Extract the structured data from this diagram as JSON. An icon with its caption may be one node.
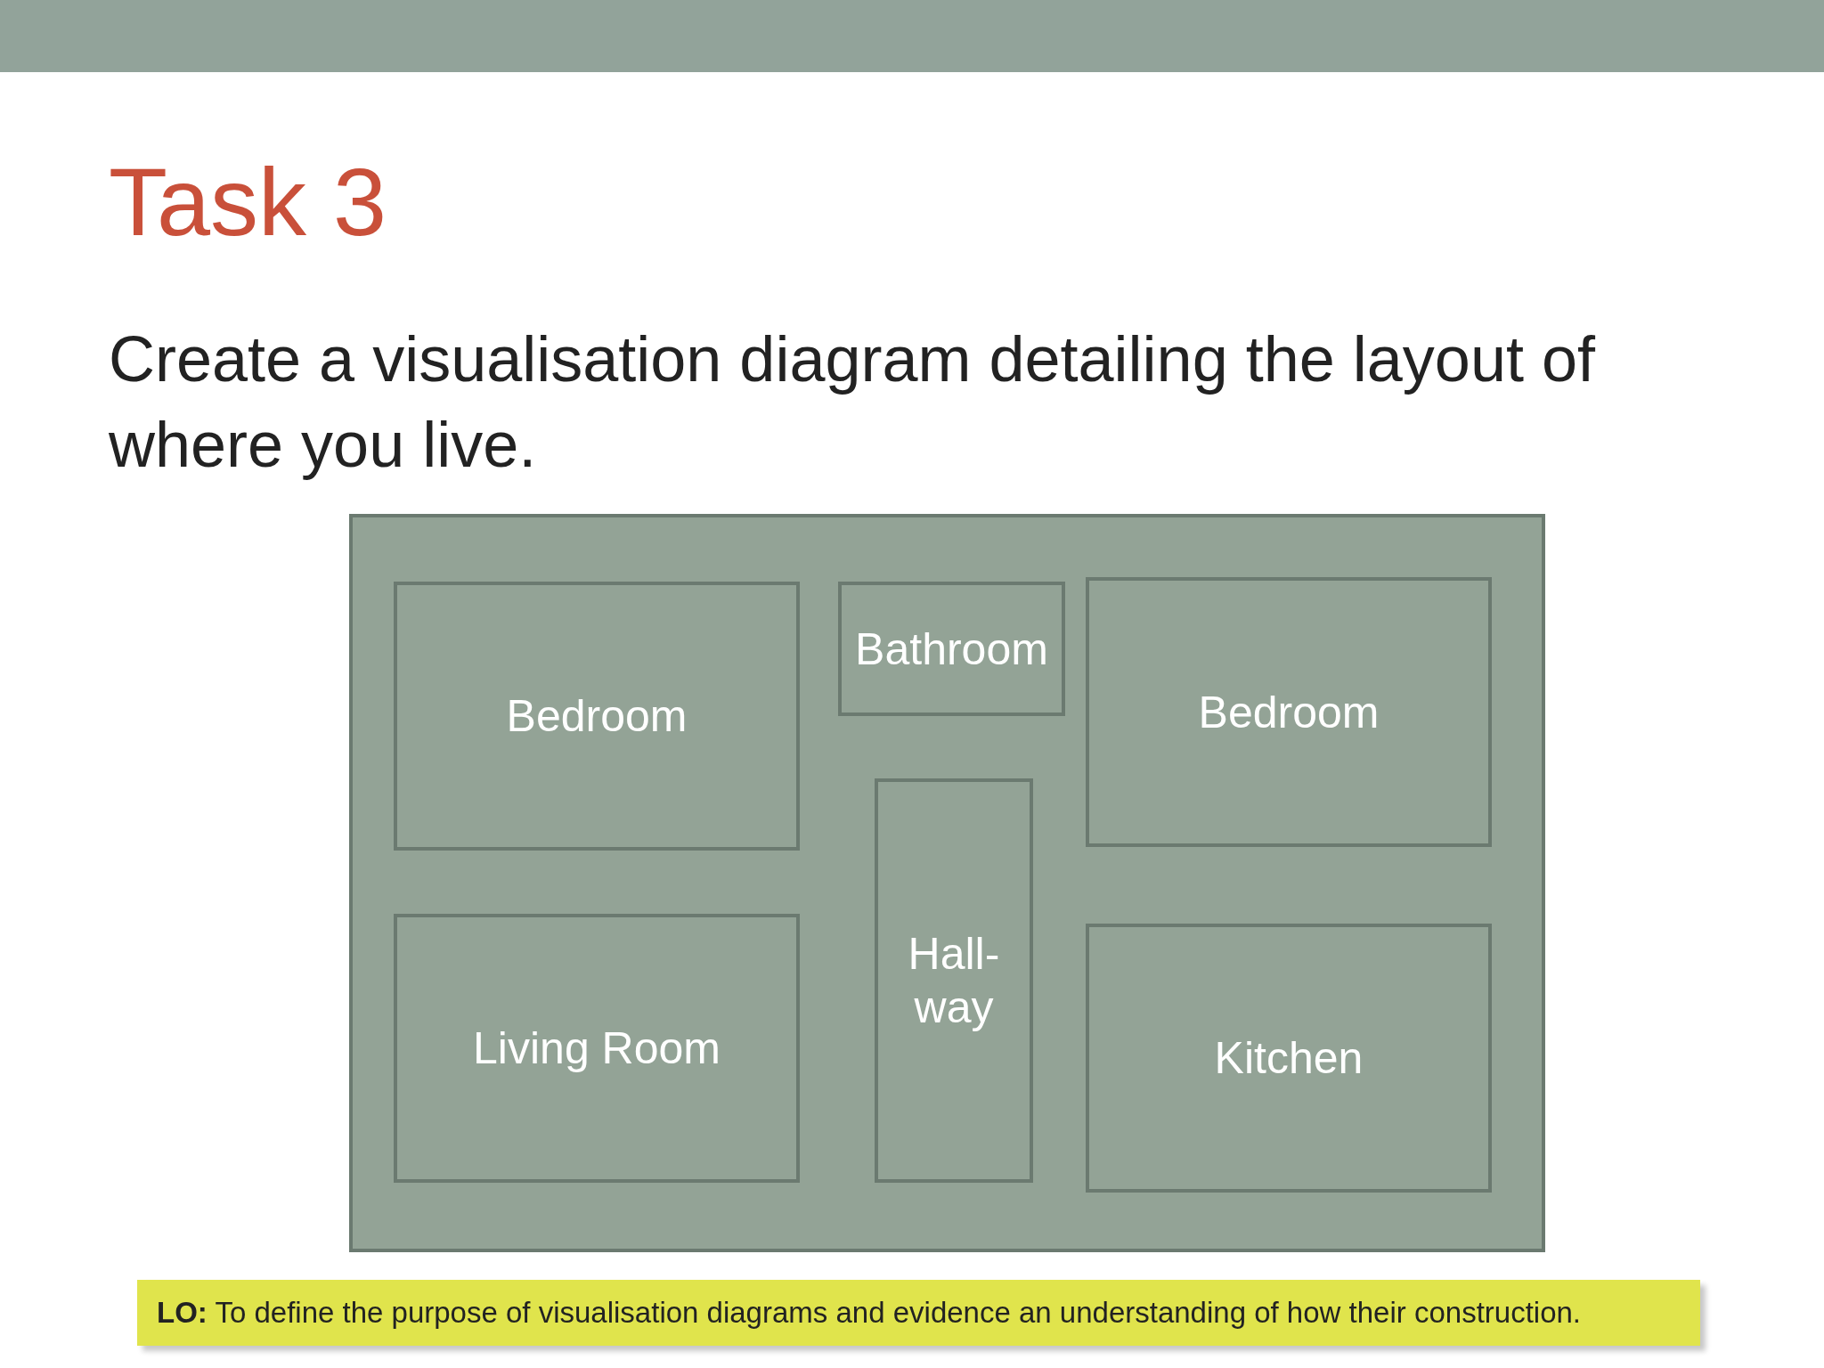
{
  "diagram": {
    "title": "Task 3",
    "nodes": [
      {
        "text": [],
        "shape": "box"
      },
      {
        "text": [
          "Bedroom"
        ],
        "in": 0
      },
      {
        "text": [
          "Bathroom"
        ],
        "in": 0
      },
      {
        "text": [
          "Bedroom"
        ],
        "in": 0
      },
      {
        "text": [
          "Hall- way"
        ],
        "in": 0
      },
      {
        "text": [
          "Living Room"
        ],
        "in": 0
      },
      {
        "text": [
          "Kitchen"
        ],
        "in": 0
      }
    ],
    "labels": [
      "Create a visualisation diagram detailing the layout of where you live.",
      "**LO:** To define the purpose of visualisation diagrams and evidence an understanding of how their construction."
    ]
  }
}
